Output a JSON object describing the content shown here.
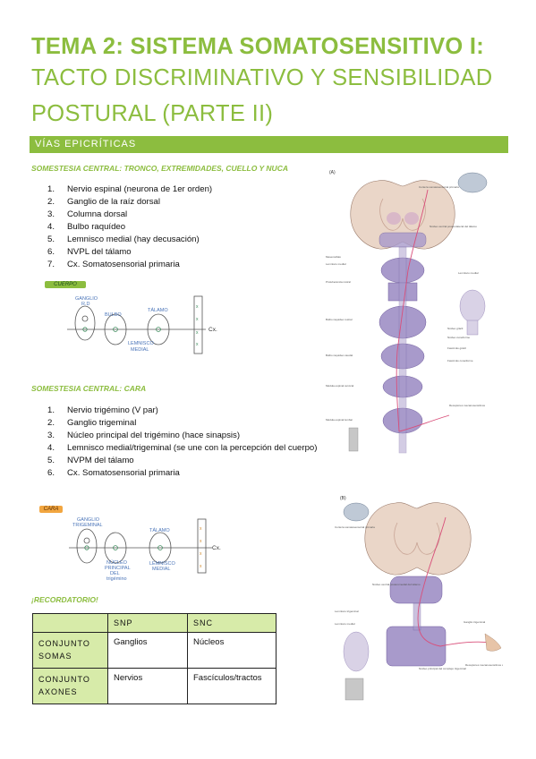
{
  "title": {
    "line1": "TEMA 2: SISTEMA SOMATOSENSITIVO I:",
    "line2": "TACTO DISCRIMINATIVO Y SENSIBILIDAD",
    "line3": "POSTURAL (PARTE II)"
  },
  "section_band": "VÍAS EPICRÍTICAS",
  "body_section": {
    "heading": "SOMESTESIA CENTRAL: TRONCO, EXTREMIDADES, CUELLO Y NUCA",
    "steps": [
      {
        "n": "1.",
        "text": "Nervio espinal (neurona de 1er orden)"
      },
      {
        "n": "2.",
        "text": "Ganglio de la raíz dorsal"
      },
      {
        "n": "3.",
        "text": "Columna dorsal"
      },
      {
        "n": "4.",
        "text": "Bulbo raquídeo"
      },
      {
        "n": "5.",
        "text": "Lemnisco medial (hay decusación)"
      },
      {
        "n": "6.",
        "text": "NVPL del tálamo"
      },
      {
        "n": "7.",
        "text": "Cx. Somatosensorial primaria"
      }
    ],
    "sketch_tag": "CUERPO",
    "sketch": {
      "ganglio": "GANGLIO",
      "ganglio2": "R.D",
      "bulbo": "BULBO",
      "talamo": "TÁLAMO",
      "lemnisco1": "LEMNISCO",
      "lemnisco2": "MEDIAL",
      "cx": "Cx."
    }
  },
  "face_section": {
    "heading": "SOMESTESIA CENTRAL: CARA",
    "steps": [
      {
        "n": "1.",
        "text": "Nervio trigémino (V par)"
      },
      {
        "n": "2.",
        "text": "Ganglio trigeminal"
      },
      {
        "n": "3.",
        "text": "Núcleo principal del trigémino (hace sinapsis)"
      },
      {
        "n": "4.",
        "text": "Lemnisco medial/trigeminal (se une con la percepción del cuerpo)"
      },
      {
        "n": "5.",
        "text": "NVPM del tálamo"
      },
      {
        "n": "6.",
        "text": "Cx. Somatosensorial primaria"
      }
    ],
    "sketch_tag": "CARA",
    "sketch": {
      "ganglio": "GANGLIO",
      "ganglio2": "TRIGEMINAL",
      "talamo": "TÁLAMO",
      "nucleo1": "NÚCLEO",
      "nucleo2": "PRINCIPAL",
      "nucleo3": "DEL",
      "nucleo4": "trigémino",
      "lemnisco1": "LEMNISCO",
      "lemnisco2": "MEDIAL",
      "cx": "Cx."
    }
  },
  "reminder": {
    "heading": "¡RECORDATORIO!",
    "headers": [
      "",
      "SNP",
      "SNC"
    ],
    "rows": [
      {
        "label1": "CONJUNTO",
        "label2": "SOMAS",
        "snp": "Ganglios",
        "snc": "Núcleos"
      },
      {
        "label1": "CONJUNTO",
        "label2": "AXONES",
        "snp": "Nervios",
        "snc": "Fascículos/tractos"
      }
    ]
  },
  "figure_a": {
    "panel": "(A)",
    "labels": [
      "Corteza somatosensorial primaria",
      "Núcleo ventral posterolateral del tálamo",
      "Mesencéfalo",
      "Lemnisco medial",
      "Protuberancia rostral",
      "Lemnisco medial",
      "Bulbo raquídeo rostral",
      "Núcleo grácil",
      "Núcleo cuneiforme",
      "Bulbo raquídeo caudal",
      "Fascículo grácil",
      "Fascículo cuneiforme",
      "Médula espinal cervical",
      "Receptores mecanosensitivos",
      "Médula espinal lumbar"
    ]
  },
  "figure_b": {
    "panel": "(B)",
    "labels": [
      "Corteza somatosensorial primaria",
      "Núcleo ventral posteromedial del tálamo",
      "Lemnisco trigeminal",
      "Ganglio trigeminal",
      "Núcleo principal del complejo trigeminal",
      "Receptores mecanosensitivos desde el rostro",
      "Lemnisco medial"
    ]
  },
  "colors": {
    "accent": "#8cbd3f",
    "table_fill": "#d7eba9",
    "tract": "#d94f7a",
    "section_tissue": "#8878b8"
  }
}
